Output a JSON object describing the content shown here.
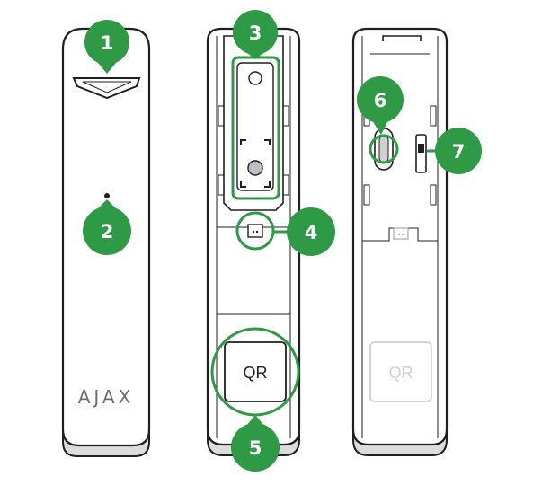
{
  "brand": {
    "logo_text": "AJAX"
  },
  "devices": [
    {
      "view": "front"
    },
    {
      "view": "back-with-mount"
    },
    {
      "view": "back-mount-removed"
    }
  ],
  "qr_labels": {
    "mounted": "QR",
    "ghost": "QR"
  },
  "callouts": [
    {
      "number": "1"
    },
    {
      "number": "2"
    },
    {
      "number": "3"
    },
    {
      "number": "4"
    },
    {
      "number": "5"
    },
    {
      "number": "6"
    },
    {
      "number": "7"
    }
  ],
  "colors": {
    "callout_green": "#2e9a45",
    "outline_dark": "#1f1f1f",
    "body_white": "#ffffff",
    "shadow_gray": "#dcdcdc",
    "ghost_gray": "#cfcfcf"
  }
}
